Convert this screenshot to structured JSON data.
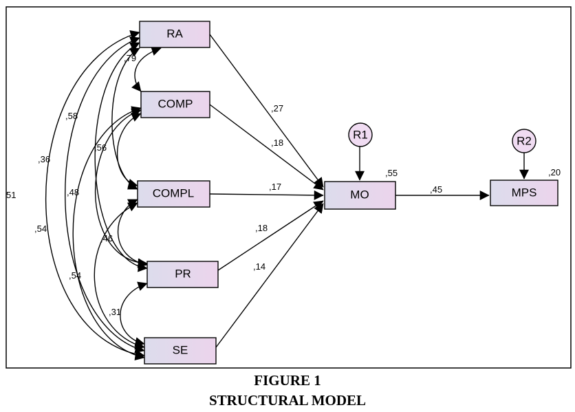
{
  "nodes": [
    {
      "id": "RA",
      "label": "RA",
      "kind": "observed"
    },
    {
      "id": "COMP",
      "label": "COMP",
      "kind": "observed"
    },
    {
      "id": "COMPL",
      "label": "COMPL",
      "kind": "observed"
    },
    {
      "id": "PR",
      "label": "PR",
      "kind": "observed"
    },
    {
      "id": "SE",
      "label": "SE",
      "kind": "observed"
    },
    {
      "id": "MO",
      "label": "MO",
      "kind": "observed"
    },
    {
      "id": "MPS",
      "label": "MPS",
      "kind": "observed"
    },
    {
      "id": "R1",
      "label": "R1",
      "kind": "residual"
    },
    {
      "id": "R2",
      "label": "R2",
      "kind": "residual"
    }
  ],
  "paths": [
    {
      "from": "RA",
      "to": "MO",
      "coef": ",27"
    },
    {
      "from": "COMP",
      "to": "MO",
      "coef": ",18"
    },
    {
      "from": "COMPL",
      "to": "MO",
      "coef": ",17"
    },
    {
      "from": "PR",
      "to": "MO",
      "coef": ",18"
    },
    {
      "from": "SE",
      "to": "MO",
      "coef": ",14"
    },
    {
      "from": "MO",
      "to": "MPS",
      "coef": ",45"
    },
    {
      "from": "R1",
      "to": "MO",
      "coef": ""
    },
    {
      "from": "R2",
      "to": "MPS",
      "coef": ""
    }
  ],
  "r_squared": [
    {
      "node": "MO",
      "value": ",55"
    },
    {
      "node": "MPS",
      "value": ",20"
    }
  ],
  "covariances": [
    {
      "a": "RA",
      "b": "COMP",
      "value": ",79"
    },
    {
      "a": "RA",
      "b": "COMPL",
      "value": ",58"
    },
    {
      "a": "RA",
      "b": "PR",
      "value": ",36"
    },
    {
      "a": "RA",
      "b": "SE",
      "value": "51"
    },
    {
      "a": "COMP",
      "b": "COMPL",
      "value": ",56"
    },
    {
      "a": "COMP",
      "b": "PR",
      "value": ",48"
    },
    {
      "a": "COMP",
      "b": "SE",
      "value": ",54"
    },
    {
      "a": "COMPL",
      "b": "PR",
      "value": ",46"
    },
    {
      "a": "COMPL",
      "b": "SE",
      "value": ",54"
    },
    {
      "a": "PR",
      "b": "SE",
      "value": ",31"
    }
  ],
  "caption": {
    "line1": "FIGURE 1",
    "line2": "STRUCTURAL MODEL"
  },
  "colors": {
    "box_fill_left": "#dcdcec",
    "box_fill_right": "#ecd4ec",
    "circle_fill": "#f0dcf2",
    "stroke": "#000000"
  }
}
